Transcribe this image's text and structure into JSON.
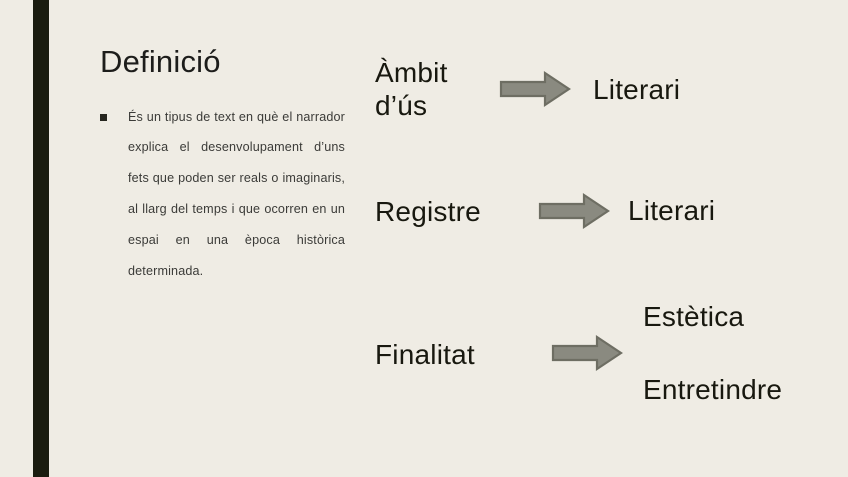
{
  "slide": {
    "background_color": "#efece4",
    "accent_bar_color": "#1a1c0f",
    "text_color": "#18180f",
    "body_text_color": "#3b3b38",
    "arrow_fill_color": "#8a8a80",
    "arrow_stroke_color": "#6e6e63"
  },
  "left": {
    "title": "Definició",
    "bullets": [
      "És un tipus de text en què el narrador explica el desenvolupament d’uns fets que poden ser reals o imaginaris, al llarg del temps i que ocorren en un espai en una època històrica determinada."
    ]
  },
  "right": {
    "rows": [
      {
        "source": "Àmbit d’ús",
        "arrow": "right-arrow-icon",
        "targets": [
          "Literari"
        ]
      },
      {
        "source": "Registre",
        "arrow": "right-arrow-icon",
        "targets": [
          "Literari"
        ]
      },
      {
        "source": "Finalitat",
        "arrow": "right-arrow-icon",
        "targets": [
          "Estètica",
          "Entretindre"
        ]
      }
    ]
  }
}
